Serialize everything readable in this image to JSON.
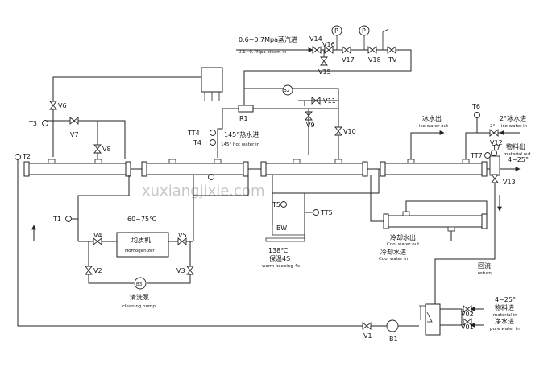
{
  "watermark": "xuxiangjixie.com",
  "steam_in": {
    "cn": "0.6~0.7Mpa蒸汽进",
    "en": "0.6~0.7Mpa steam in"
  },
  "valves": {
    "v1": "V1",
    "v2": "V2",
    "v3": "V3",
    "v4": "V4",
    "v5": "V5",
    "v6": "V6",
    "v7": "V7",
    "v8": "V8",
    "v9": "V9",
    "v10": "V10",
    "v11": "V11",
    "v12": "V12",
    "v13": "V13",
    "v14": "V14",
    "v15": "V15",
    "v16": "V16",
    "v17": "V17",
    "v18": "V18",
    "tv": "TV",
    "v01": "V01",
    "v02": "V02"
  },
  "sensors": {
    "t1": "T1",
    "t2": "T2",
    "t3": "T3",
    "t4": "T4",
    "tt4": "TT4",
    "t5": "T5",
    "tt5": "TT5",
    "t6": "T6",
    "t7": "T7",
    "tt7": "TT7"
  },
  "gauge_p": "P",
  "r1": "R1",
  "b2": "B2",
  "b3": "B3",
  "b1": "B1",
  "bw": "BW",
  "hot_water_in": {
    "cn": "145°热水进",
    "en": "145° hot water in"
  },
  "temp_60_75": "60~75℃",
  "homogenizer": {
    "cn": "均质机",
    "en": "Homogenizer"
  },
  "cleaning_pump": {
    "cn": "清洗泵",
    "en": "cleaning pump"
  },
  "warm_keeping": {
    "t": "138℃",
    "cn": "保温4S",
    "en": "warm keeping 4s"
  },
  "ice_water_out": {
    "cn": "冰水出",
    "en": "ice water out"
  },
  "ice_water_in": {
    "deg": "2°",
    "cn": "2°冰水进",
    "en": "ice water in"
  },
  "material_out": {
    "cn": "物料出",
    "en": "material out",
    "temp": "4~25°"
  },
  "cool_water_out": {
    "cn": "冷却水出",
    "en": "Cool water out"
  },
  "cool_water_in": {
    "cn": "冷却水进",
    "en": "Cool water in"
  },
  "return": {
    "cn": "回流",
    "en": "return"
  },
  "material_in": {
    "temp": "4~25°",
    "cn": "物料进",
    "en": "material in"
  },
  "pure_water_in": {
    "cn": "净水进",
    "en": "pure water in"
  }
}
